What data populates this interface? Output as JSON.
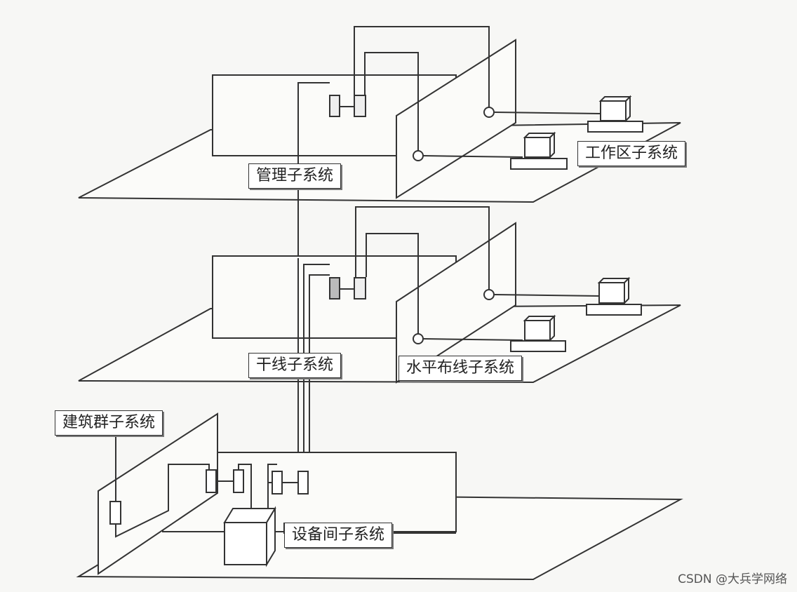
{
  "labels": {
    "management": "管理子系统",
    "work_area": "工作区子系统",
    "backbone": "干线子系统",
    "horizontal": "水平布线子系统",
    "campus": "建筑群子系统",
    "equipment_room": "设备间子系统"
  },
  "watermark": "CSDN @大兵学网络"
}
